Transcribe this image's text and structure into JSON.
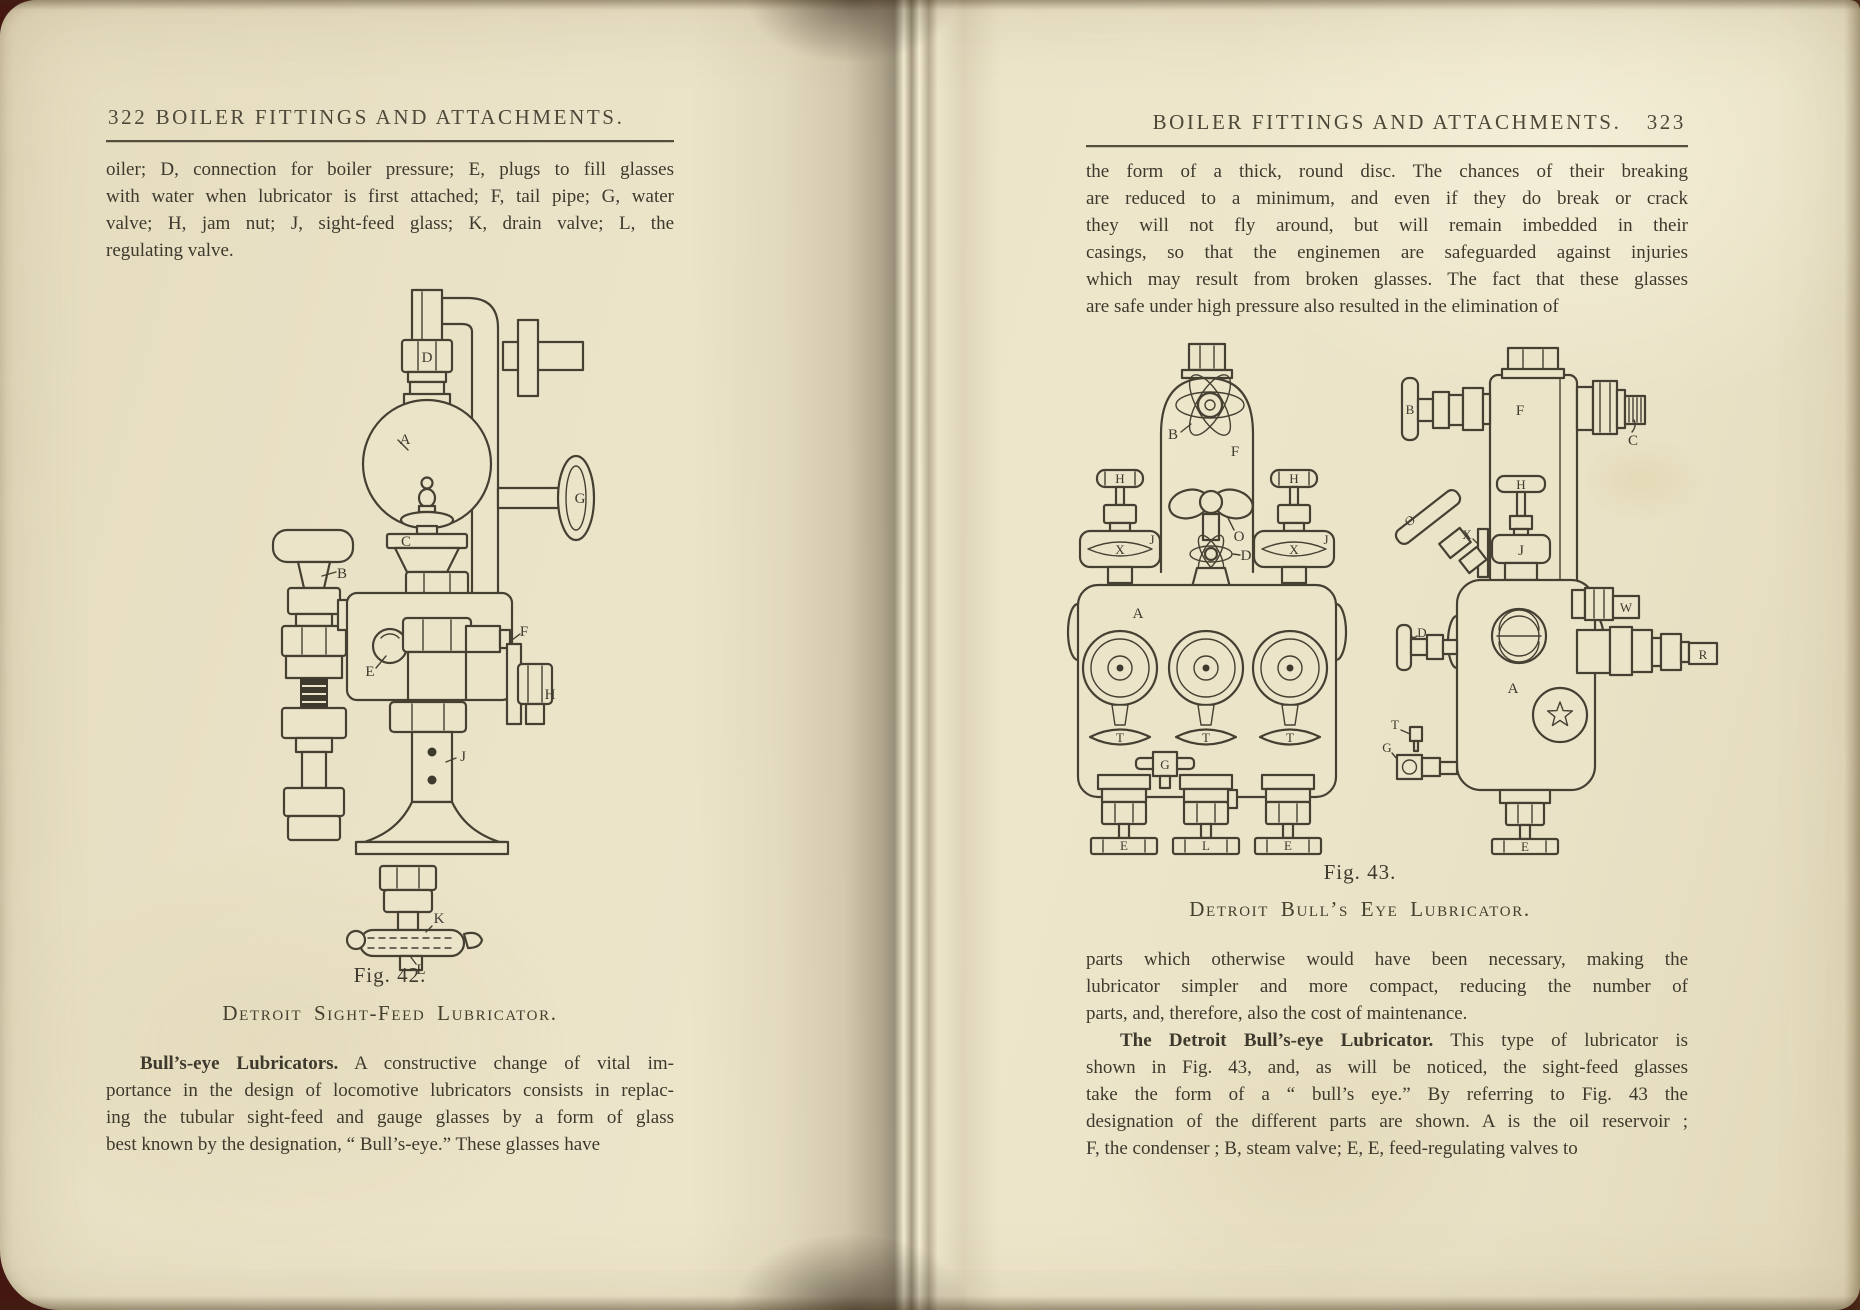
{
  "colors": {
    "paper": "#ebe3c8",
    "ink": "#3e392d",
    "cover": "#441711",
    "rule": "#544e3d"
  },
  "page_left": {
    "page_number": "322",
    "running_head": "BOILER FITTINGS AND ATTACHMENTS.",
    "intro_lines": [
      "oiler; D, connection for boiler pressure; E, plugs to fill glasses",
      "with water when lubricator is first attached; F, tail pipe; G, water",
      "valve; H, jam nut; J, sight-feed glass; K, drain valve; L, the",
      "regulating valve."
    ],
    "figure": {
      "caption": "Fig. 42.",
      "title": "Detroit Sight-Feed Lubricator.",
      "labels": {
        "a": "A",
        "b": "B",
        "c": "C",
        "d": "D",
        "e": "E",
        "f": "F",
        "g": "G",
        "h": "H",
        "j": "J",
        "k": "K",
        "l": "L"
      }
    },
    "paragraph": {
      "lead": "Bull’s-eye Lubricators.",
      "lines": [
        "A constructive change of vital im-",
        "portance in the design of locomotive lubricators consists in replac-",
        "ing the tubular sight-feed and gauge glasses by a form of glass",
        "best known by the designation, “ Bull’s-eye.”  These glasses have"
      ]
    }
  },
  "page_right": {
    "page_number": "323",
    "running_head": "BOILER FITTINGS AND ATTACHMENTS.",
    "intro_lines": [
      "the form of a thick, round disc.  The chances of their breaking",
      "are reduced to a minimum, and even if they do break or crack",
      "they will not fly around, but will remain imbedded in their",
      "casings, so that the enginemen are safeguarded against injuries",
      "which may result from broken glasses.  The fact that these glasses",
      "are safe under high pressure also resulted in the elimination of"
    ],
    "figure": {
      "caption": "Fig. 43.",
      "title": "Detroit Bull’s Eye Lubricator.",
      "front_labels": {
        "b": "B",
        "f": "F",
        "o": "O",
        "d": "D",
        "h1": "H",
        "h2": "H",
        "x1": "X",
        "x2": "X",
        "j1": "J",
        "j2": "J",
        "a": "A",
        "t1": "T",
        "t2": "T",
        "t3": "T",
        "g": "G",
        "e1": "E",
        "l": "L",
        "e2": "E"
      },
      "side_labels": {
        "b": "B",
        "c": "C",
        "f": "F",
        "h": "H",
        "x": "X",
        "j": "J",
        "o": "O",
        "d": "D",
        "w": "W",
        "r": "R",
        "a": "A",
        "t": "T",
        "g": "G",
        "e": "E"
      }
    },
    "paragraph_2_lines": [
      "parts which otherwise would have been necessary, making the",
      "lubricator simpler and more compact, reducing the number of",
      "parts, and, therefore, also the cost of maintenance."
    ],
    "paragraph_3": {
      "lead": "The Detroit Bull’s-eye Lubricator.",
      "lines": [
        "This type of lubricator is",
        "shown in Fig. 43, and, as will be noticed, the sight-feed glasses",
        "take the form of a “ bull’s eye.”  By referring to Fig. 43 the",
        "designation of the different parts are shown.  A is the oil reservoir ;",
        "F, the condenser ; B, steam valve; E, E, feed-regulating valves to"
      ]
    }
  }
}
